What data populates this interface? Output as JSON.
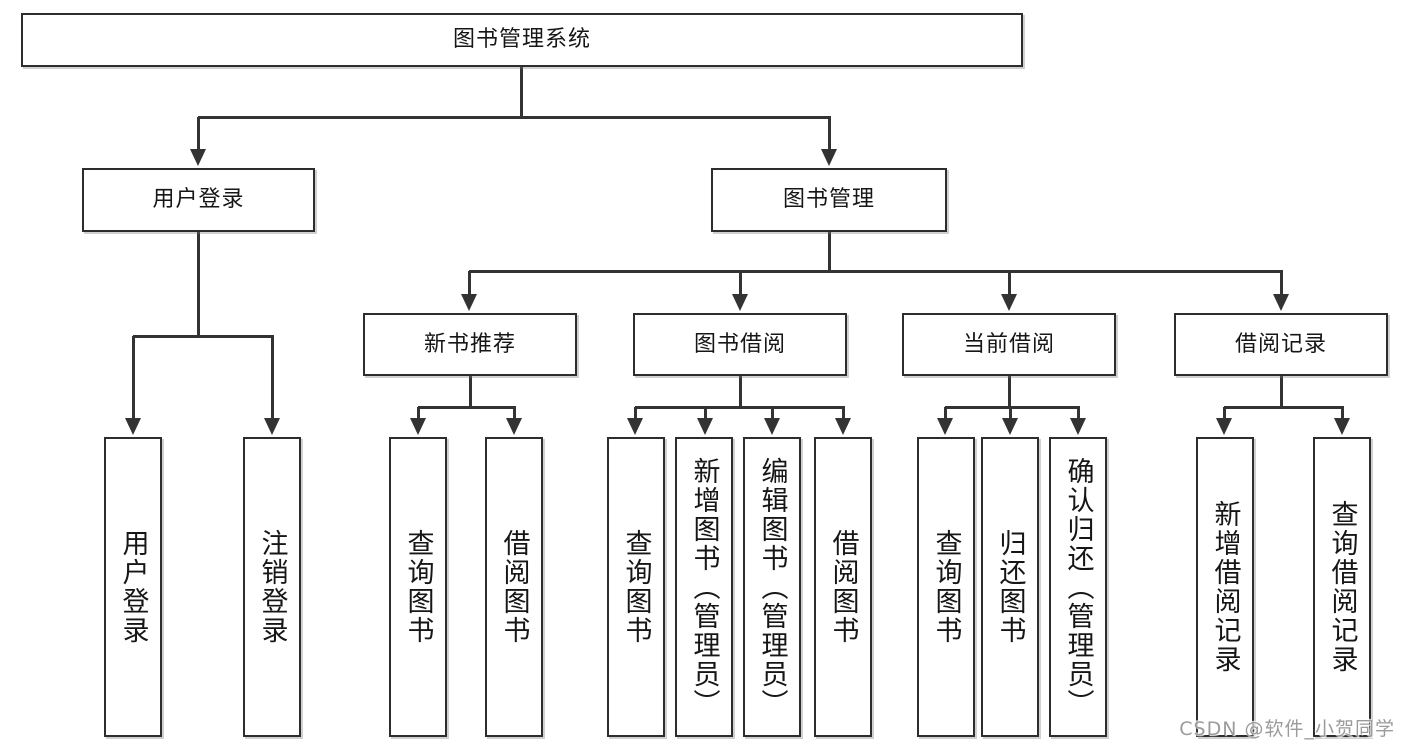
{
  "diagram": {
    "title": "图书管理系统",
    "root": {
      "label": "图书管理系统"
    },
    "level2": [
      {
        "label": "用户登录"
      },
      {
        "label": "图书管理"
      }
    ],
    "level3": [
      {
        "label": "新书推荐",
        "parent": "图书管理"
      },
      {
        "label": "图书借阅",
        "parent": "图书管理"
      },
      {
        "label": "当前借阅",
        "parent": "图书管理"
      },
      {
        "label": "借阅记录",
        "parent": "图书管理"
      }
    ],
    "leaves": [
      {
        "label": "用户登录",
        "parent": "用户登录"
      },
      {
        "label": "注销登录",
        "parent": "用户登录"
      },
      {
        "label": "查询图书",
        "parent": "新书推荐"
      },
      {
        "label": "借阅图书",
        "parent": "新书推荐"
      },
      {
        "label": "查询图书",
        "parent": "图书借阅"
      },
      {
        "label": "新增图书（管理员）",
        "parent": "图书借阅"
      },
      {
        "label": "编辑图书（管理员）",
        "parent": "图书借阅"
      },
      {
        "label": "借阅图书",
        "parent": "图书借阅"
      },
      {
        "label": "查询图书",
        "parent": "当前借阅"
      },
      {
        "label": "归还图书",
        "parent": "当前借阅"
      },
      {
        "label": "确认归还（管理员）",
        "parent": "当前借阅"
      },
      {
        "label": "新增借阅记录",
        "parent": "借阅记录"
      },
      {
        "label": "查询借阅记录",
        "parent": "借阅记录"
      }
    ]
  },
  "watermark": {
    "text": "CSDN @软件_小贺同学"
  },
  "colors": {
    "background": "#ffffff",
    "line": "#333333",
    "box_border": "#2d2d2d",
    "text": "#161616",
    "watermark": "#9b9b9b"
  }
}
